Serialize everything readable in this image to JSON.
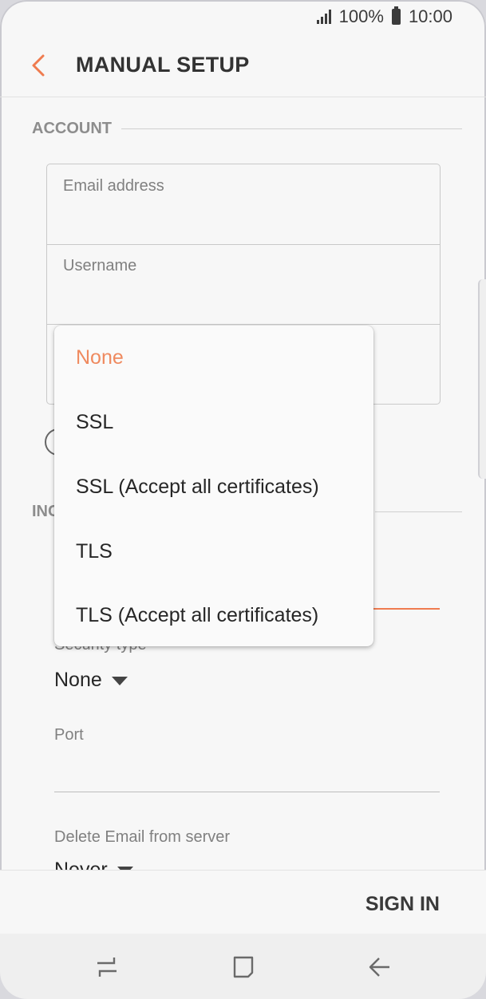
{
  "status_bar": {
    "battery_percent": "100%",
    "time": "10:00"
  },
  "app_bar": {
    "title": "MANUAL SETUP",
    "back_icon": "chevron-left-icon"
  },
  "account_section": {
    "header": "ACCOUNT",
    "fields": [
      {
        "label": "Email address",
        "value": ""
      },
      {
        "label": "Username",
        "value": ""
      }
    ]
  },
  "incoming_section": {
    "header_visible_fragment": "INC",
    "security_type": {
      "label": "Security type",
      "value": "None"
    },
    "port": {
      "label": "Port",
      "value": ""
    },
    "delete_email": {
      "label": "Delete Email from server",
      "value": "Never"
    }
  },
  "dropdown": {
    "options": [
      {
        "label": "None",
        "selected": true
      },
      {
        "label": "SSL",
        "selected": false
      },
      {
        "label": "SSL (Accept all certificates)",
        "selected": false
      },
      {
        "label": "TLS",
        "selected": false
      },
      {
        "label": "TLS (Accept all certificates)",
        "selected": false
      }
    ]
  },
  "actions": {
    "sign_in": "SIGN IN"
  },
  "colors": {
    "accent": "#ef7b4f",
    "selected_text": "#ef8a5f"
  }
}
